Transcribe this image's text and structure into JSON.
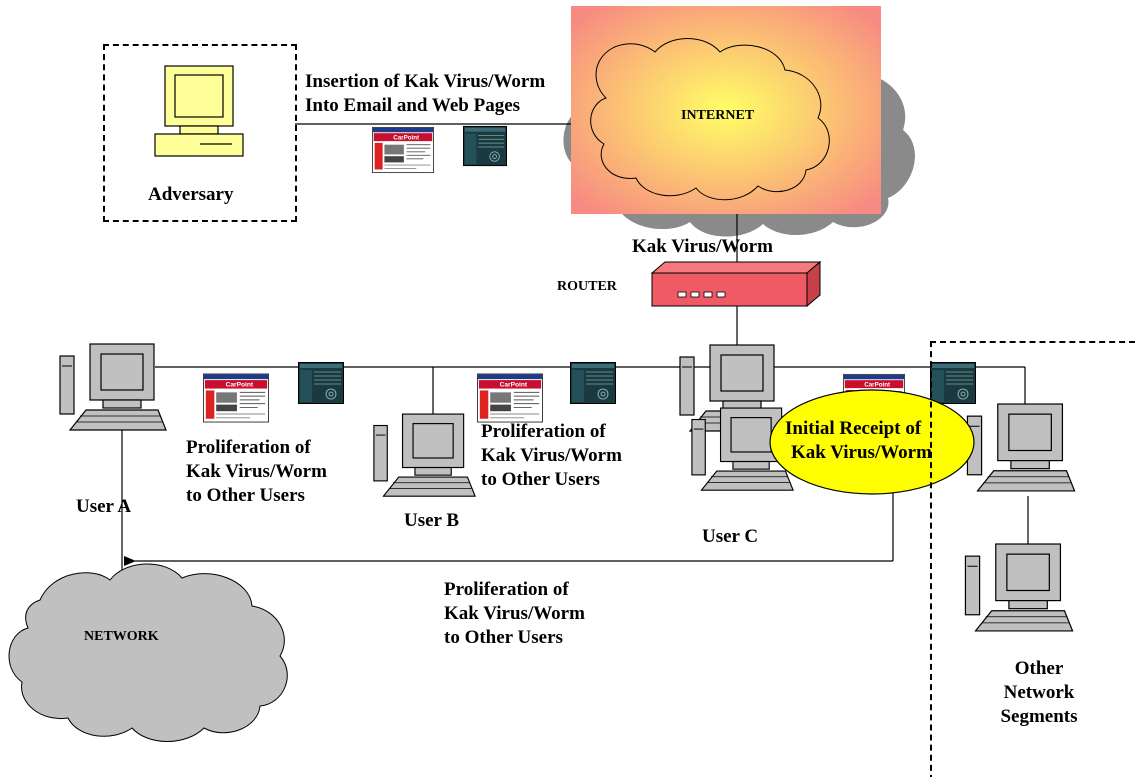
{
  "labels": {
    "insertion_line1": "Insertion of Kak Virus/Worm",
    "insertion_line2": "Into Email and Web Pages",
    "adversary": "Adversary",
    "internet": "INTERNET",
    "kak_top": "Kak Virus/Worm",
    "router": "ROUTER",
    "prolif_a_1": "Proliferation of",
    "prolif_a_2": "Kak Virus/Worm",
    "prolif_a_3": "to Other Users",
    "prolif_b_1": "Proliferation of",
    "prolif_b_2": "Kak Virus/Worm",
    "prolif_b_3": "to Other Users",
    "prolif_bottom_1": "Proliferation of",
    "prolif_bottom_2": "Kak Virus/Worm",
    "prolif_bottom_3": "to Other Users",
    "initial_receipt_1": "Initial Receipt of",
    "initial_receipt_2": "Kak Virus/Worm",
    "user_a": "User A",
    "user_b": "User B",
    "user_c": "User C",
    "network": "NETWORK",
    "other_1": "Other",
    "other_2": "Network",
    "other_3": "Segments",
    "carpoint": "CarPoint"
  },
  "colors": {
    "computer_fill": "#c0c0c0",
    "adversary_fill": "#ffff99",
    "router_fill": "#f05a64",
    "internet_edge": "#f78a82",
    "internet_core": "#ffff66",
    "network_cloud": "#c0c0c0",
    "ellipse_fill": "#ffff00",
    "screenshot_dark": "#1a3a40"
  },
  "icons": [
    "computer-icon",
    "router-icon",
    "cloud-icon",
    "web-page-thumbnail-icon",
    "email-window-thumbnail-icon"
  ]
}
